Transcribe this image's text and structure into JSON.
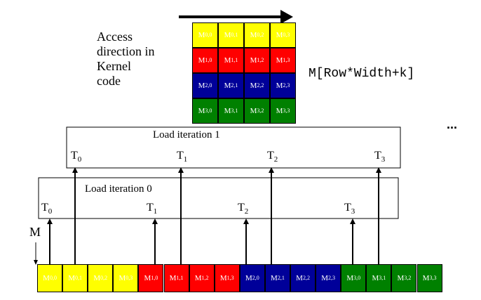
{
  "access_label": "Access\ndirection in\nKernel\ncode",
  "formula": "M[Row*Width+k]",
  "ellipsis": "...",
  "m_label": "M",
  "iterations": [
    {
      "title": "Load iteration 1",
      "threads": [
        "0",
        "1",
        "2",
        "3"
      ]
    },
    {
      "title": "Load iteration 0",
      "threads": [
        "0",
        "1",
        "2",
        "3"
      ]
    }
  ],
  "thread_prefix": "T",
  "matrix_prefix": "M",
  "rows": [
    {
      "color": "#ffff00",
      "text_color": "#ffffff",
      "cells": [
        "0,0",
        "0,1",
        "0,2",
        "0,3"
      ]
    },
    {
      "color": "#ff0000",
      "text_color": "#ffffff",
      "cells": [
        "1,0",
        "1,1",
        "1,2",
        "1,3"
      ]
    },
    {
      "color": "#000099",
      "text_color": "#ffffff",
      "cells": [
        "2,0",
        "2,1",
        "2,2",
        "2,3"
      ]
    },
    {
      "color": "#008000",
      "text_color": "#ffffff",
      "cells": [
        "3,0",
        "3,1",
        "3,2",
        "3,3"
      ]
    }
  ]
}
